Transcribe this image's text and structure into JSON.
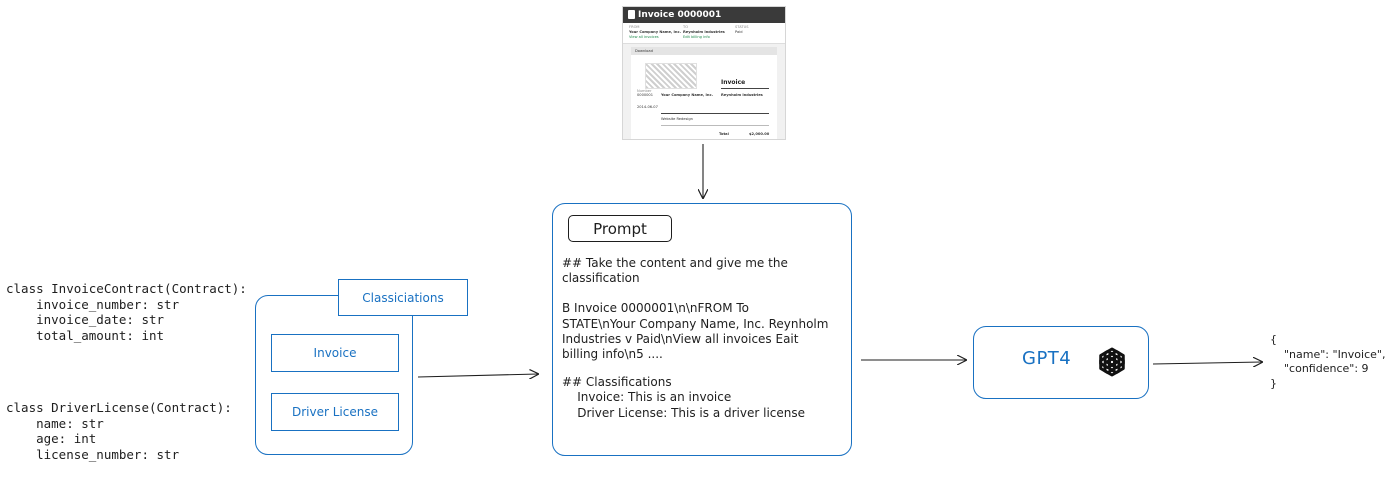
{
  "invoice_image": {
    "title": "Invoice 0000001",
    "meta": {
      "from_label": "FROM",
      "from_name": "Your Company Name, Inc.",
      "from_link": "View all invoices",
      "to_label": "TO",
      "to_name": "Reynholm Industries",
      "to_link": "Edit billing info",
      "status_label": "STATUS",
      "status_value": "Paid"
    },
    "download_label": "Download",
    "doc_heading": "Invoice",
    "number_label": "Number",
    "number_value": "0000001",
    "date_value": "2014-06-07",
    "from_company": "Your Company Name, Inc.",
    "to_company": "Reynholm Industries",
    "item_description": "Website Redesign",
    "total_label": "Total",
    "total_value": "$2,000.00"
  },
  "code": {
    "invoice_contract": "class InvoiceContract(Contract):\n    invoice_number: str\n    invoice_date: str\n    total_amount: int",
    "driver_license": "class DriverLicense(Contract):\n    name: str\n    age: int\n    license_number: str"
  },
  "classifications": {
    "title": "Classiciations",
    "items": [
      "Invoice",
      "Driver License"
    ]
  },
  "prompt": {
    "title": "Prompt",
    "line1": "## Take the content and give me the",
    "line2": "classification",
    "line3": "B Invoice 0000001\\n\\nFROM To",
    "line4": "STATE\\nYour Company Name, Inc. Reynholm",
    "line5": "Industries v Paid\\nView all invoices Eait",
    "line6": "billing info\\n5 ....",
    "line7": "## Classifications",
    "line8": "    Invoice: This is an invoice",
    "line9": "    Driver License: This is a driver license"
  },
  "model": {
    "label": "GPT4",
    "icon": "openai-logo-icon"
  },
  "output": {
    "line1": "{",
    "line2": "    \"name\": \"Invoice\",",
    "line3": "    \"confidence\": 9",
    "line4": "}"
  },
  "colors": {
    "accent": "#1971c2",
    "stroke": "#1e1e1e"
  }
}
